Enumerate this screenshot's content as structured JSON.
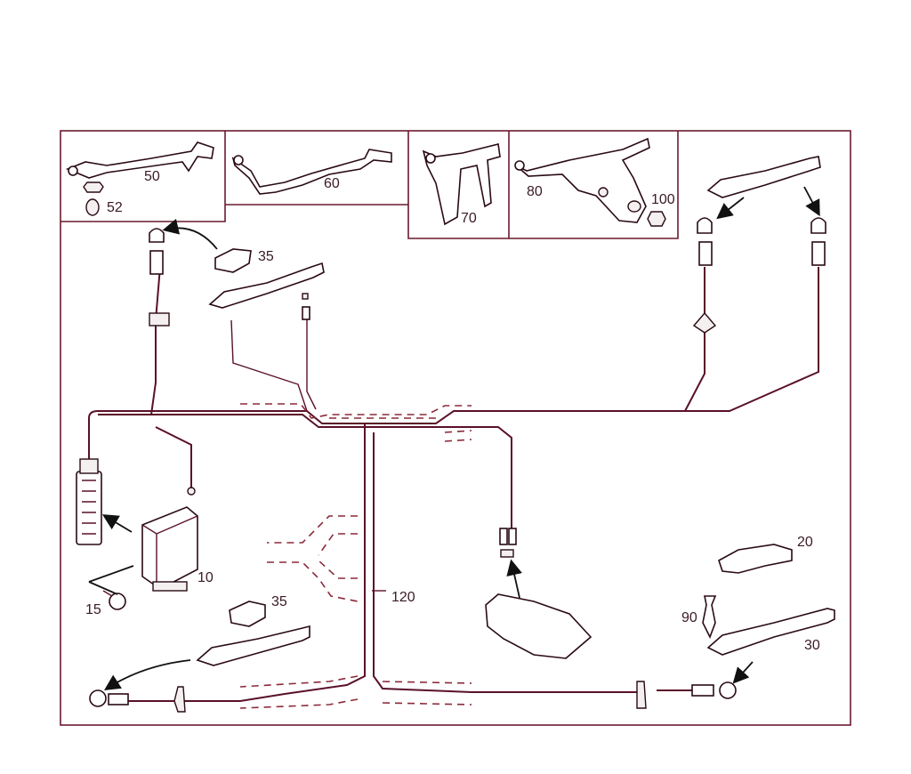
{
  "diagram": {
    "callouts": {
      "p10": "10",
      "p15": "15",
      "p20": "20",
      "p30": "30",
      "p35a": "35",
      "p35b": "35",
      "p50": "50",
      "p52": "52",
      "p60": "60",
      "p70": "70",
      "p80": "80",
      "p90": "90",
      "p100": "100",
      "p120": "120"
    },
    "colors": {
      "wire": "#5a1028",
      "frame": "#6a1a2e",
      "part_outline": "#2a0a14"
    }
  }
}
